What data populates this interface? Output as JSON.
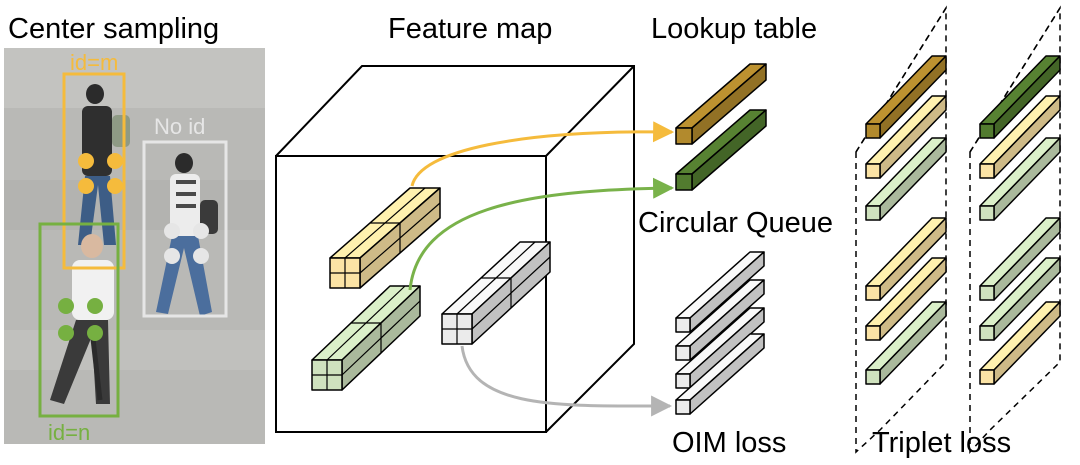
{
  "titles": {
    "center_sampling": "Center sampling",
    "feature_map": "Feature map",
    "lookup_table": "Lookup table",
    "circular_queue": "Circular Queue",
    "oim_loss": "OIM loss",
    "triplet_loss": "Triplet loss"
  },
  "boxes": {
    "id_m": "id=m",
    "no_id": "No id",
    "id_n": "id=n"
  },
  "colors": {
    "yellow_id": "#f5bb3c",
    "green_id": "#76b041",
    "gray_noid": "#e6e6e6",
    "arrow_yellow": "#f5bb3c",
    "arrow_green": "#79b24a",
    "arrow_gray": "#b4b4b4",
    "dark_olive": "#b28a2d",
    "dark_green": "#527b2f",
    "light_yellow": "#fbe3a5",
    "light_green": "#cfe2be",
    "light_gray": "#ebebeb"
  }
}
